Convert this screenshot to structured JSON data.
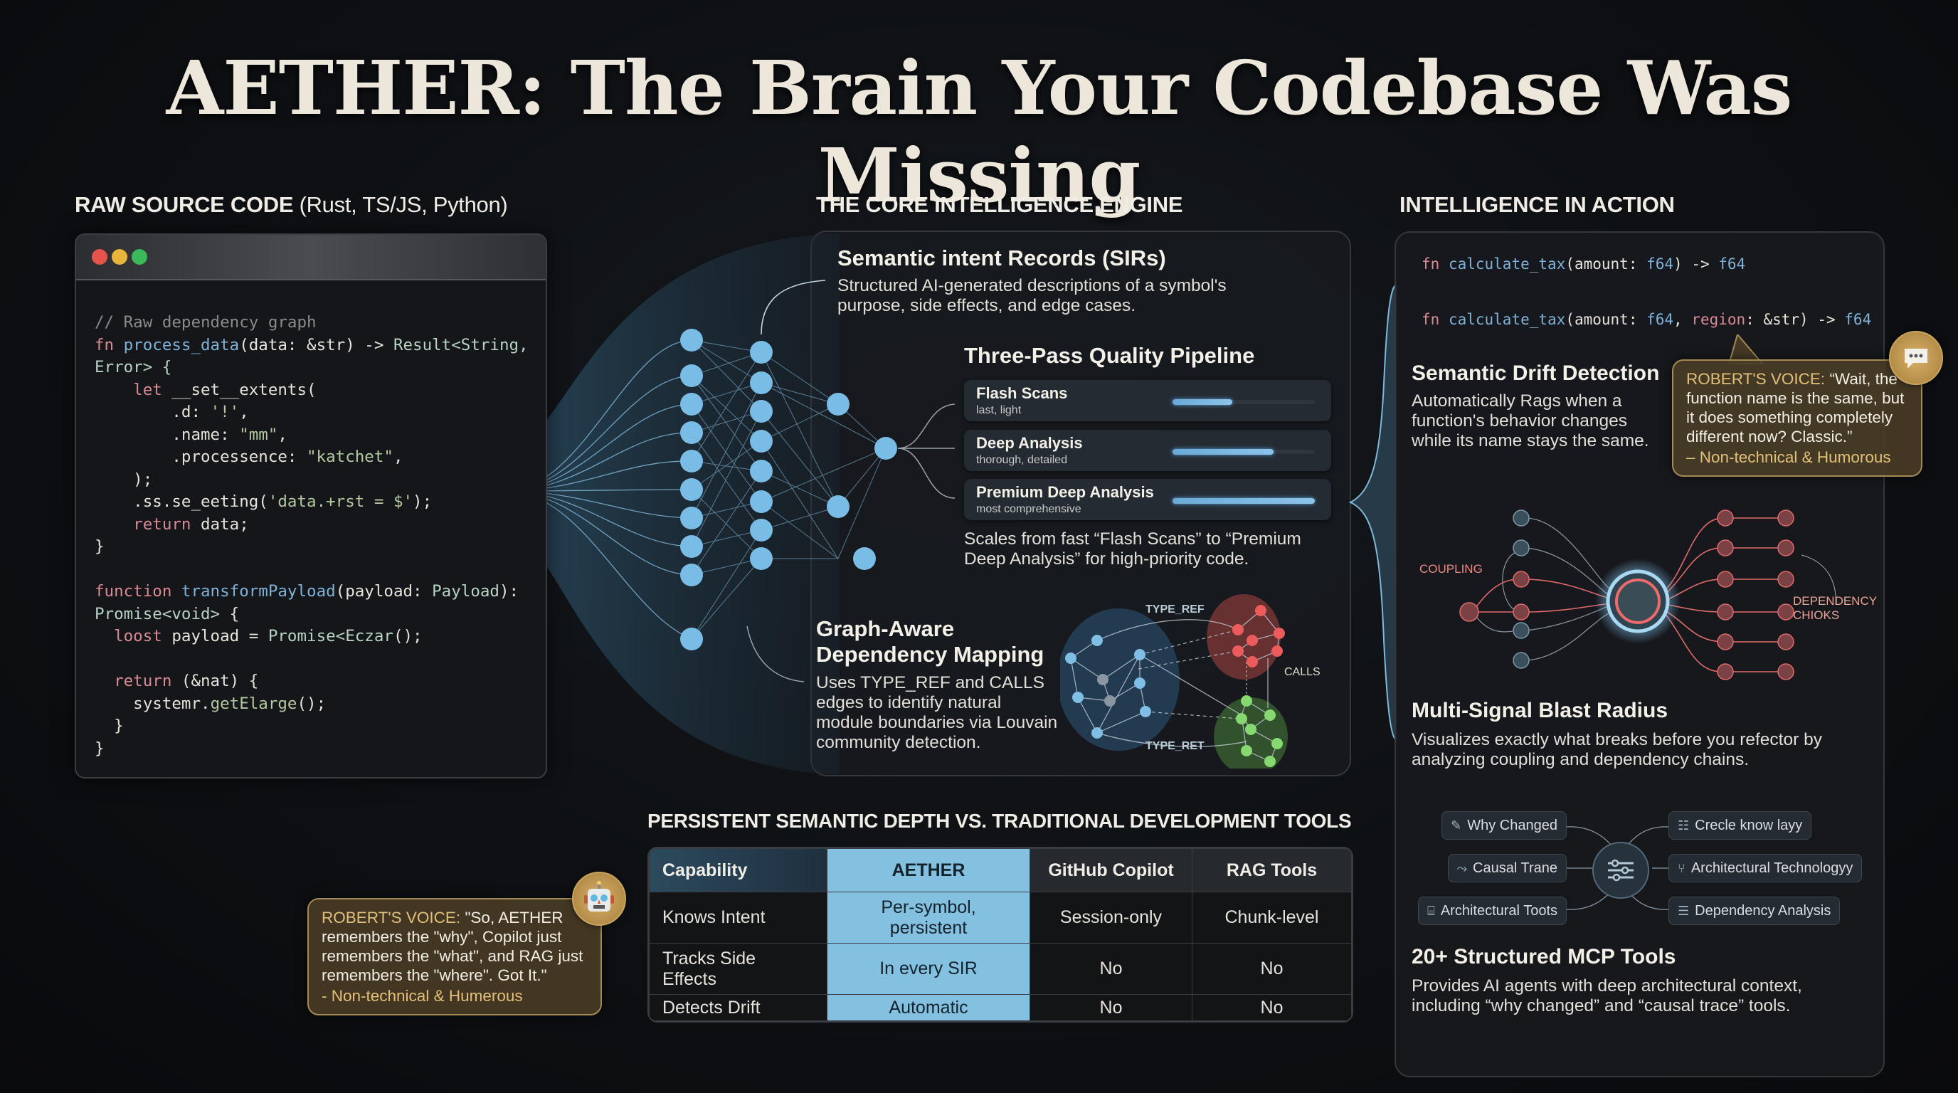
{
  "title": "AETHER: The Brain Your Codebase Was Missing",
  "sections": {
    "raw": {
      "heading_bold": "RAW SOURCE CODE",
      "heading_light": " (Rust, TS/JS, Python)"
    },
    "engine": {
      "heading": "THE CORE INTELLIGENCE ENGINE"
    },
    "action": {
      "heading": "INTELLIGENCE IN ACTION"
    },
    "comparison": {
      "heading": "PERSISTENT SEMANTIC DEPTH VS. TRADITIONAL DEVELOPMENT TOOLS"
    }
  },
  "code_window": {
    "traffic_lights": [
      "#e5534b",
      "#e8b53a",
      "#3cb95a"
    ],
    "lines": [
      [
        {
          "t": "// Raw dependency graph",
          "c": "cm"
        }
      ],
      [
        {
          "t": "fn ",
          "c": "kw"
        },
        {
          "t": "process_data",
          "c": "fn"
        },
        {
          "t": "(data: &str) -> ",
          "c": "pl"
        },
        {
          "t": "Result<String,",
          "c": "ty"
        }
      ],
      [
        {
          "t": "Error> {",
          "c": "ty"
        }
      ],
      [
        {
          "t": "    let ",
          "c": "kw"
        },
        {
          "t": "__set__extents(",
          "c": "pl"
        }
      ],
      [
        {
          "t": "        .d: ",
          "c": "pl"
        },
        {
          "t": "'!'",
          "c": "st"
        },
        {
          "t": ",",
          "c": "pl"
        }
      ],
      [
        {
          "t": "        .name: ",
          "c": "pl"
        },
        {
          "t": "\"mm\"",
          "c": "st"
        },
        {
          "t": ",",
          "c": "pl"
        }
      ],
      [
        {
          "t": "        .processence: ",
          "c": "pl"
        },
        {
          "t": "\"katchet\"",
          "c": "st"
        },
        {
          "t": ",",
          "c": "pl"
        }
      ],
      [
        {
          "t": "    );",
          "c": "pl"
        }
      ],
      [
        {
          "t": "    .ss.se_eeting(",
          "c": "pl"
        },
        {
          "t": "'data.+rst = $'",
          "c": "st"
        },
        {
          "t": ");",
          "c": "pl"
        }
      ],
      [
        {
          "t": "    return ",
          "c": "kw"
        },
        {
          "t": "data;",
          "c": "pl"
        }
      ],
      [
        {
          "t": "}",
          "c": "pl"
        }
      ],
      [
        {
          "t": "",
          "c": "pl"
        }
      ],
      [
        {
          "t": "function ",
          "c": "kw"
        },
        {
          "t": "transformPayload",
          "c": "fn"
        },
        {
          "t": "(payload: ",
          "c": "pl"
        },
        {
          "t": "Payload",
          "c": "ty"
        },
        {
          "t": "):",
          "c": "pl"
        }
      ],
      [
        {
          "t": "Promise<void> ",
          "c": "ty"
        },
        {
          "t": "{",
          "c": "pl"
        }
      ],
      [
        {
          "t": "  loost ",
          "c": "kw"
        },
        {
          "t": "payload = ",
          "c": "pl"
        },
        {
          "t": "Promise<Eczar",
          "c": "ty"
        },
        {
          "t": "();",
          "c": "pl"
        }
      ],
      [
        {
          "t": "",
          "c": "pl"
        }
      ],
      [
        {
          "t": "  return ",
          "c": "kw"
        },
        {
          "t": "(&nat) {",
          "c": "pl"
        }
      ],
      [
        {
          "t": "    systemr.",
          "c": "pl"
        },
        {
          "t": "getElarge",
          "c": "st"
        },
        {
          "t": "();",
          "c": "pl"
        }
      ],
      [
        {
          "t": "  }",
          "c": "pl"
        }
      ],
      [
        {
          "t": "}",
          "c": "pl"
        }
      ]
    ]
  },
  "engine": {
    "sirs": {
      "title": "Semantic intent Records (SIRs)",
      "desc": "Structured AI-generated descriptions of a symbol's purpose, side effects, and edge cases."
    },
    "pipeline": {
      "title": "Three-Pass Quality Pipeline",
      "passes": [
        {
          "name": "Flash Scans",
          "sub": "last, light",
          "level": 42
        },
        {
          "name": "Deep Analysis",
          "sub": "thorough, detailed",
          "level": 71
        },
        {
          "name": "Premium Deep Analysis",
          "sub": "most comprehensive",
          "level": 100
        }
      ],
      "desc": "Scales from fast “Flash Scans” to “Premium Deep Analysis” for high-priority code."
    },
    "graph": {
      "title_line1": "Graph-Aware",
      "title_line2": "Dependency Mapping",
      "desc": "Uses TYPE_REF and CALLS edges to identify natural module boundaries via Louvain community detection.",
      "labels": {
        "type_ref": "TYPE_REF",
        "calls": "CALLS",
        "type_ret": "TYPE_RET"
      },
      "cluster_colors": {
        "blue": "#6fb1dc",
        "red": "#e25a5a",
        "green": "#7fd46a"
      }
    }
  },
  "action": {
    "sig_old": [
      {
        "t": "fn ",
        "c": "kw"
      },
      {
        "t": "calculate_tax",
        "c": "fn"
      },
      {
        "t": "(amount: ",
        "c": "pl"
      },
      {
        "t": "f64",
        "c": "fn"
      },
      {
        "t": ") -> ",
        "c": "pl"
      },
      {
        "t": "f64",
        "c": "fn"
      }
    ],
    "sig_new": [
      {
        "t": "fn ",
        "c": "kw"
      },
      {
        "t": "calculate_tax",
        "c": "fn"
      },
      {
        "t": "(amount: ",
        "c": "pl"
      },
      {
        "t": "f64",
        "c": "fn"
      },
      {
        "t": ", ",
        "c": "pl"
      },
      {
        "t": "region",
        "c": "kw"
      },
      {
        "t": ": &str) -> ",
        "c": "pl"
      },
      {
        "t": "f64",
        "c": "fn"
      }
    ],
    "drift": {
      "title": "Semantic Drift Detection",
      "desc": "Automatically Rags when a function's behavior changes while its name stays the same."
    },
    "drift_voice": {
      "label": "ROBERT'S VOICE:",
      "quote": " “Wait, the function name is the same, but it does something completely different now? Classic.”",
      "tag": "– Non-technical & Humorous"
    },
    "blast": {
      "title": "Multi-Signal Blast Radius",
      "desc": "Visualizes exactly what breaks before you refector by analyzing coupling and dependency chains.",
      "label_left": "COUPLING",
      "label_right_1": "DEPENDENCY",
      "label_right_2": "CHIOKS"
    },
    "tools": {
      "left": [
        {
          "label": "Why Changed",
          "icon": "pencil-icon",
          "glyph": "✎"
        },
        {
          "label": "Causal Trane",
          "icon": "trace-icon",
          "glyph": "⤳"
        },
        {
          "label": "Architectural Toots",
          "icon": "toolbox-icon",
          "glyph": "⌸"
        }
      ],
      "right": [
        {
          "label": "Crecle know layy",
          "icon": "document-icon",
          "glyph": "☷"
        },
        {
          "label": "Architectural Technologyy",
          "icon": "branch-icon",
          "glyph": "⑂"
        },
        {
          "label": "Dependency Analysis",
          "icon": "list-icon",
          "glyph": "☰"
        }
      ],
      "hub_icon": "sliders-icon",
      "title": "20+ Structured MCP Tools",
      "desc": "Provides AI agents with deep architectural context, including “why changed” and “causal trace” tools."
    }
  },
  "comparison": {
    "columns": [
      "Capability",
      "AETHER",
      "GitHub Copilot",
      "RAG Tools"
    ],
    "rows": [
      [
        "Knows Intent",
        "Per-symbol, persistent",
        "Session-only",
        "Chunk-level"
      ],
      [
        "Tracks Side Effects",
        "In every SIR",
        "No",
        "No"
      ],
      [
        "Detects Drift",
        "Automatic",
        "No",
        "No"
      ]
    ]
  },
  "robert_bubble": {
    "label": "ROBERT'S VOICE:",
    "quote": " \"So, AETHER remembers the \"why\", Copilot just remembers the \"what\", and RAG just remembers the \"where\". Got It.\"",
    "tag": "- Non-technical & Humerous"
  },
  "colors": {
    "accent_blue": "#84c1e1",
    "gold": "#e2c07a",
    "red": "#e25a5a",
    "bg": "#0d0f12"
  }
}
